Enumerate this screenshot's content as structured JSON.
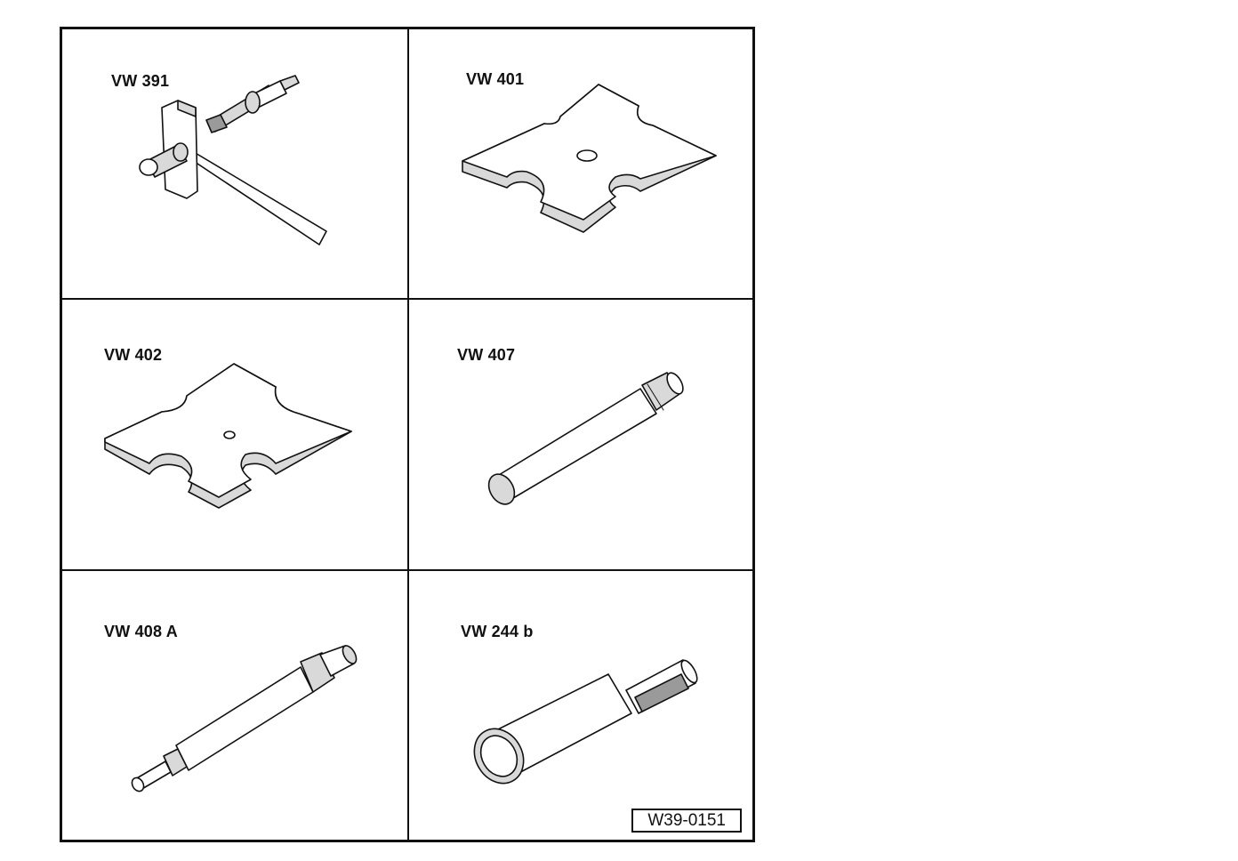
{
  "tools": [
    {
      "label": "VW 391"
    },
    {
      "label": "VW 401"
    },
    {
      "label": "VW 402"
    },
    {
      "label": "VW 407"
    },
    {
      "label": "VW 408 A"
    },
    {
      "label": "VW 244 b"
    }
  ],
  "figure_ref": "W39-0151"
}
